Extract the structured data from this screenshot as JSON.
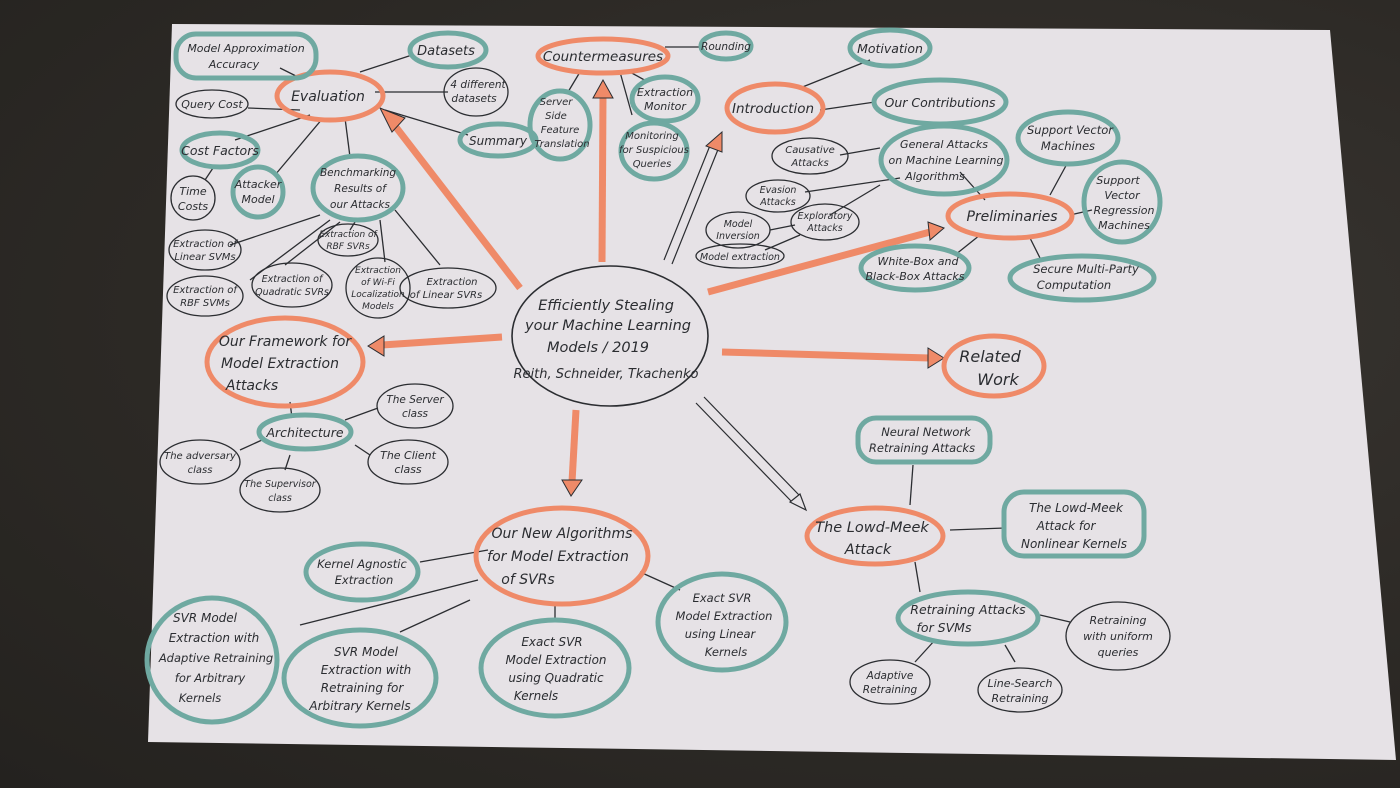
{
  "colors": {
    "paper": "#e6e2e6",
    "ink": "#2b2d31",
    "orange": "#ef8a68",
    "teal": "#6fa9a1",
    "background": "#2f2c28"
  },
  "center": {
    "lines": [
      "Efficiently Stealing",
      "your Machine Learning",
      "Models / 2019",
      "Reith, Schneider, Tkachenko"
    ]
  },
  "nodes": {
    "evaluation": "Evaluation",
    "model_approx": [
      "Model Approximation",
      "Accuracy"
    ],
    "datasets": "Datasets",
    "four_datasets": [
      "4 different",
      "datasets"
    ],
    "summary": "Summary",
    "query_cost": "Query Cost",
    "cost_factors": "Cost Factors",
    "time_costs": [
      "Time",
      "Costs"
    ],
    "attacker_model": [
      "Attacker",
      "Model"
    ],
    "benchmarking": [
      "Benchmarking",
      "Results of",
      "our Attacks"
    ],
    "ext_linear_svms": [
      "Extraction of",
      "Linear SVMs"
    ],
    "ext_rbf_svrs": [
      "Extraction of",
      "RBF SVRs"
    ],
    "ext_rbf_svms": [
      "Extraction of",
      "RBF SVMs"
    ],
    "ext_quadratic_svrs": [
      "Extraction of",
      "Quadratic SVRs"
    ],
    "ext_wifi": [
      "Extraction",
      "of Wi-Fi",
      "Localization",
      "Models"
    ],
    "ext_linear_svrs": [
      "Extraction",
      "of Linear SVRs"
    ],
    "countermeasures": "Countermeasures",
    "rounding": "Rounding",
    "server_side": [
      "Server",
      "Side",
      "Feature",
      "Translation"
    ],
    "extraction_monitor": [
      "Extraction",
      "Monitor"
    ],
    "monitoring": [
      "Monitoring",
      "for Suspicious",
      "Queries"
    ],
    "introduction": "Introduction",
    "motivation": "Motivation",
    "our_contributions": "Our Contributions",
    "general_attacks": [
      "General Attacks",
      "on Machine Learning",
      "Algorithms"
    ],
    "causative": [
      "Causative",
      "Attacks"
    ],
    "evasion": [
      "Evasion",
      "Attacks"
    ],
    "exploratory": [
      "Exploratory",
      "Attacks"
    ],
    "model_inversion": [
      "Model",
      "Inversion"
    ],
    "model_extraction": "Model extraction",
    "support_vector_machines": [
      "Support Vector",
      "Machines"
    ],
    "support_vector_regression": [
      "Support",
      "Vector",
      "Regression",
      "Machines"
    ],
    "preliminaries": "Preliminaries",
    "white_black_box": [
      "White-Box and",
      "Black-Box Attacks"
    ],
    "secure_mpc": [
      "Secure Multi-Party",
      "Computation"
    ],
    "related_work": [
      "Related",
      "Work"
    ],
    "framework": [
      "Our Framework for",
      "Model Extraction",
      "Attacks"
    ],
    "architecture": "Architecture",
    "server_class": [
      "The Server",
      "class"
    ],
    "adversary_class": [
      "The adversary",
      "class"
    ],
    "client_class": [
      "The Client",
      "class"
    ],
    "supervisor_class": [
      "The Supervisor",
      "class"
    ],
    "new_algorithms": [
      "Our New Algorithms",
      "for Model Extraction",
      "of SVRs"
    ],
    "kernel_agnostic": [
      "Kernel Agnostic",
      "Extraction"
    ],
    "svr_adaptive": [
      "SVR Model",
      "Extraction with",
      "Adaptive Retraining",
      "for Arbitrary",
      "Kernels"
    ],
    "svr_retraining": [
      "SVR Model",
      "Extraction with",
      "Retraining for",
      "Arbitrary Kernels"
    ],
    "exact_quadratic": [
      "Exact SVR",
      "Model Extraction",
      "using Quadratic",
      "Kernels"
    ],
    "exact_linear": [
      "Exact SVR",
      "Model Extraction",
      "using Linear",
      "Kernels"
    ],
    "lowd_meek": [
      "The Lowd-Meek",
      "Attack"
    ],
    "neural_network": [
      "Neural Network",
      "Retraining Attacks"
    ],
    "lowd_meek_nonlinear": [
      "The Lowd-Meek",
      "Attack for",
      "Nonlinear Kernels"
    ],
    "retraining_attacks": [
      "Retraining Attacks",
      "for SVMs"
    ],
    "retraining_uniform": [
      "Retraining",
      "with uniform",
      "queries"
    ],
    "adaptive_retraining": [
      "Adaptive",
      "Retraining"
    ],
    "line_search": [
      "Line-Search",
      "Retraining"
    ]
  }
}
